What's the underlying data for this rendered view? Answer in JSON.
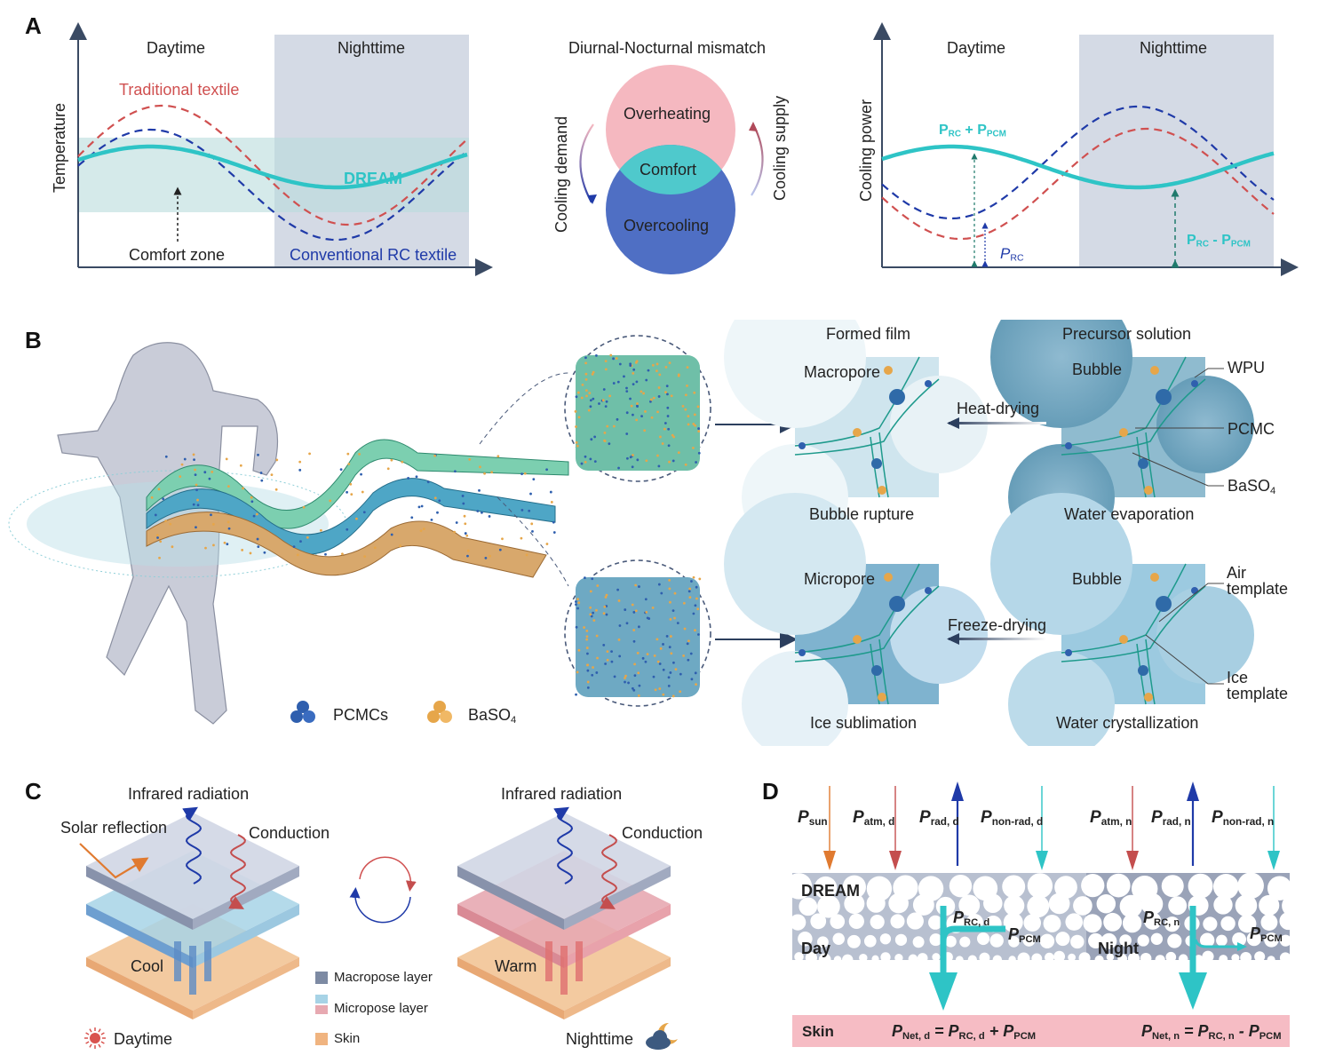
{
  "panels": {
    "A": {
      "letter": "A",
      "left_chart": {
        "ylabel": "Temperature",
        "day_label": "Daytime",
        "night_label": "Nighttime",
        "series": [
          {
            "name": "Traditional textile",
            "color": "#d05050",
            "style": "dashed"
          },
          {
            "name": "Conventional RC textile",
            "color": "#1f3aa8",
            "style": "dashed"
          },
          {
            "name": "DREAM",
            "color": "#2ec4c6",
            "style": "solid"
          }
        ],
        "comfort_zone_label": "Comfort zone",
        "dream_label": "DREAM",
        "traditional_label": "Traditional textile",
        "rc_label": "Conventional RC textile"
      },
      "venn": {
        "title": "Diurnal-Nocturnal mismatch",
        "top": "Overheating",
        "middle": "Comfort",
        "bottom": "Overcooling",
        "left_arrow": "Cooling demand",
        "right_arrow": "Cooling supply",
        "colors": {
          "top": "#f5b8c0",
          "middle": "#4fc9cc",
          "bottom": "#4f6fc4"
        }
      },
      "right_chart": {
        "ylabel": "Cooling power",
        "day_label": "Daytime",
        "night_label": "Nighttime",
        "sum_label_main": "P",
        "sum_label": {
          "a": "RC",
          "op": " + ",
          "b": "PCM"
        },
        "diff_label": {
          "a": "RC",
          "op": " - ",
          "b": "PCM"
        },
        "prc_label": "RC"
      }
    },
    "B": {
      "letter": "B",
      "legend": [
        {
          "label": "PCMCs",
          "color": "#2f5fae"
        },
        {
          "label": "BaSO",
          "sub": "4",
          "color": "#e6a64a"
        }
      ],
      "top_row": {
        "film_title": "Formed film",
        "film_caption": "Bubble rupture",
        "film_inner": "Macropore",
        "process": "Heat-drying",
        "precursor_title": "Precursor solution",
        "precursor_caption": "Water evaporation",
        "precursor_inner": "Bubble",
        "callouts": [
          "WPU",
          "PCMC",
          "BaSO"
        ]
      },
      "bottom_row": {
        "film_caption": "Ice sublimation",
        "film_inner": "Micropore",
        "process": "Freeze-drying",
        "precursor_caption": "Water crystallization",
        "precursor_inner": "Bubble",
        "callouts": [
          "Air template",
          "Ice template"
        ]
      }
    },
    "C": {
      "letter": "C",
      "day": {
        "ir": "Infrared radiation",
        "solar": "Solar reflection",
        "conduction": "Conduction",
        "state": "Cool",
        "caption": "Daytime"
      },
      "night": {
        "ir": "Infrared radiation",
        "conduction": "Conduction",
        "state": "Warm",
        "caption": "Nighttime"
      },
      "legend": [
        {
          "label": "Macropose layer",
          "colors": [
            "#7d8aa3"
          ]
        },
        {
          "label": "Micropose layer",
          "colors": [
            "#a7d3e6",
            "#e7a9b1"
          ]
        },
        {
          "label": "Skin",
          "colors": [
            "#f0b480"
          ]
        }
      ]
    },
    "D": {
      "letter": "D",
      "fluxes_day": [
        {
          "sym": "P",
          "sub": "sun",
          "dir": "down",
          "color": "#e07a30"
        },
        {
          "sym": "P",
          "sub": "atm, d",
          "dir": "down",
          "color": "#c44e4e"
        },
        {
          "sym": "P",
          "sub": "rad, d",
          "dir": "up",
          "color": "#1f3aa8"
        },
        {
          "sym": "P",
          "sub": "non-rad, d",
          "dir": "down",
          "color": "#2ec4c6"
        }
      ],
      "fluxes_night": [
        {
          "sym": "P",
          "sub": "atm, n",
          "dir": "down",
          "color": "#c44e4e"
        },
        {
          "sym": "P",
          "sub": "rad, n",
          "dir": "up",
          "color": "#1f3aa8"
        },
        {
          "sym": "P",
          "sub": "non-rad, n",
          "dir": "down",
          "color": "#2ec4c6"
        }
      ],
      "layer_label": "DREAM",
      "day_label": "Day",
      "night_label": "Night",
      "prc_d": "RC, d",
      "prc_n": "RC, n",
      "ppcm": "PCM",
      "skin_label": "Skin",
      "eq_day": {
        "lhs": "Net, d",
        "a": "RC, d",
        "op": "+",
        "b": "PCM"
      },
      "eq_night": {
        "lhs": "Net, n",
        "a": "RC, n",
        "op": "-",
        "b": "PCM"
      }
    }
  }
}
